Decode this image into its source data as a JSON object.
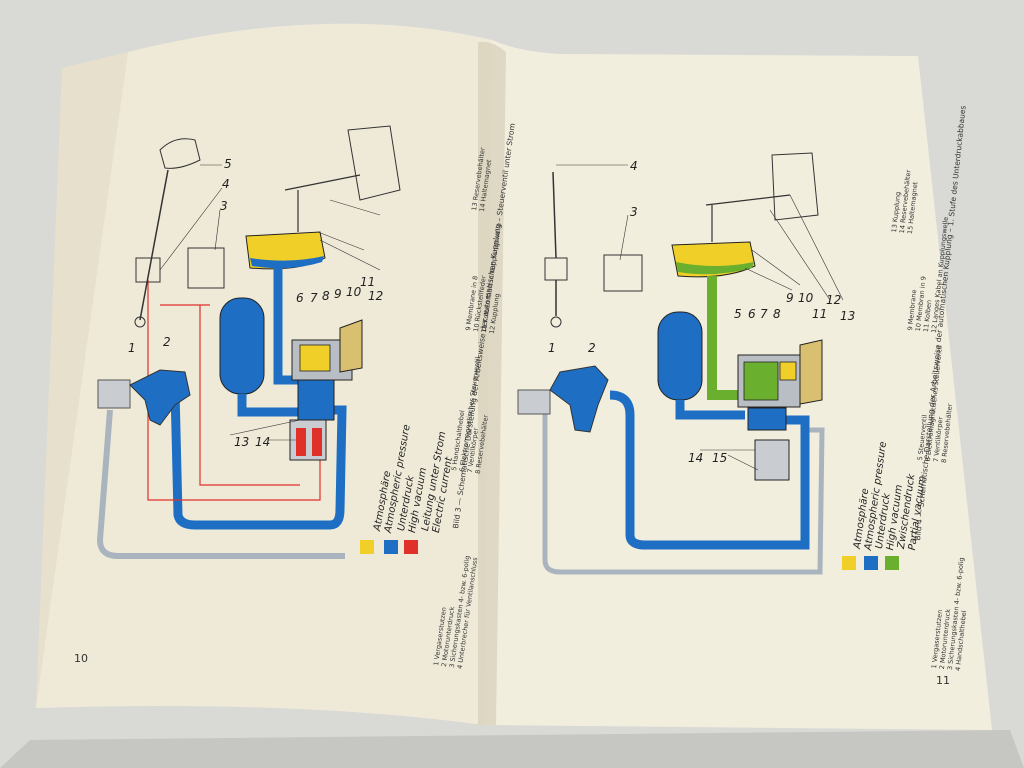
{
  "page_numbers": {
    "left": "10",
    "right": "11"
  },
  "colors": {
    "atmospheric": "#f0d028",
    "high_vacuum": "#1e6fc4",
    "electric": "#e0302a",
    "partial_vacuum": "#6ab02e",
    "paper_left": "#efead8",
    "paper_right": "#f1edde",
    "line": "#444444"
  },
  "left_figure": {
    "callouts": [
      "1",
      "2",
      "3",
      "4",
      "5",
      "6",
      "7",
      "8",
      "9",
      "10",
      "11",
      "12",
      "13",
      "14"
    ],
    "caption": "Bild 3 — Schematische Darstellung der Arbeitsweise der automatischen Kupplung – Steuerventil unter Strom",
    "legend": [
      {
        "de": "Atmosphäre",
        "en": "Atmospheric pressure",
        "color": "#f0d028"
      },
      {
        "de": "Unterdruck",
        "en": "High vacuum",
        "color": "#1e6fc4"
      },
      {
        "de": "Leitung unter Strom",
        "en": "Electric current",
        "color": "#e0302a"
      }
    ],
    "parts_col1": [
      "1 Vergaserstutzen",
      "2 Motorunterdruck",
      "3 Sicherungskasten 4- bzw. 6-polig",
      "4 Unterbrecher für Ventilanschluss"
    ],
    "parts_col2": [
      "5 Handschalthebel",
      "6 Elektromagnetisches Steuerventil",
      "7 Ventilkörper",
      "8 Reservebehälter"
    ],
    "parts_col3": [
      "9 Membrane in 8",
      "10 Rückstellfeder",
      "11 Kolben fährt in Kupplungswelle",
      "12 Kupplung"
    ],
    "parts_col4": [
      "13 Reservebehälter",
      "14 Haltemagnet"
    ]
  },
  "right_figure": {
    "callouts": [
      "1",
      "2",
      "3",
      "4",
      "5",
      "6",
      "7",
      "8",
      "9",
      "10",
      "11",
      "12",
      "13",
      "14",
      "15"
    ],
    "caption": "Bild 4 — Schematische Darstellung der Arbeitsweise der automatischen Kupplung – 1. Stufe des Unterdruckabbaues",
    "legend": [
      {
        "de": "Atmosphäre",
        "en": "Atmospheric pressure",
        "color": "#f0d028"
      },
      {
        "de": "Unterdruck",
        "en": "High vacuum",
        "color": "#1e6fc4"
      },
      {
        "de": "Zwischendruck",
        "en": "Partial vacuum",
        "color": "#6ab02e"
      }
    ],
    "parts_col1": [
      "1 Vergaserstutzen",
      "2 Motorunterdruck",
      "3 Sicherungskasten 4- bzw. 6-polig",
      "4 Handschalthebel"
    ],
    "parts_col2": [
      "5 Steuerventil",
      "6 Elektromagnetisches Steuerventil",
      "7 Ventilkörper",
      "8 Reservebehälter"
    ],
    "parts_col3": [
      "9 Membrane",
      "10 Membran in 9",
      "11 Kolben",
      "12 Langes Kabel an Kupplungswelle"
    ],
    "parts_col4": [
      "13 Kupplung",
      "14 Reservebehälter",
      "15 Haltemagnet"
    ]
  }
}
